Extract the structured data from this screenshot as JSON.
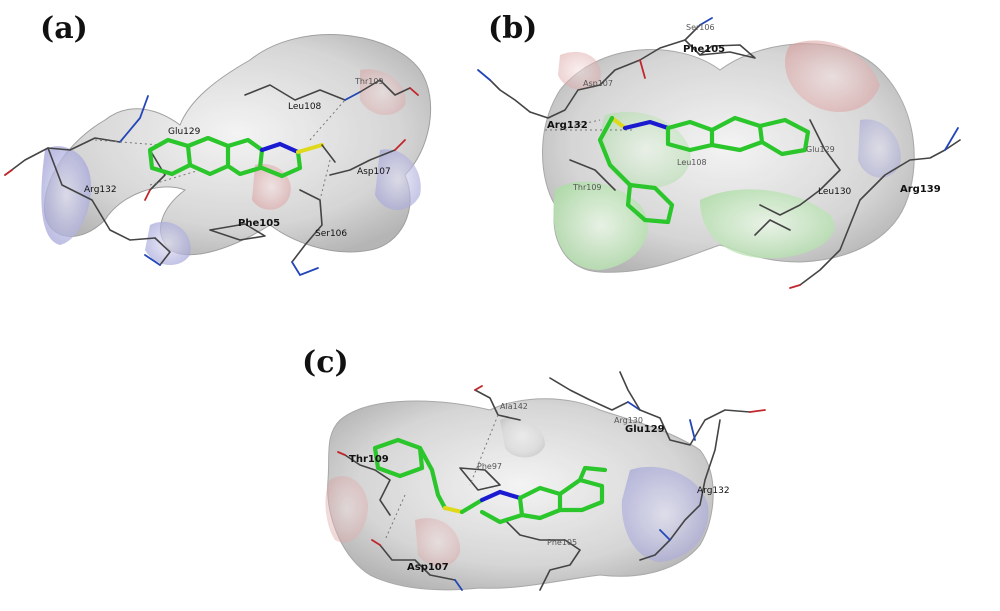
{
  "panels": [
    {
      "label": "(a)",
      "residues": [
        "Thr109",
        "Leu108",
        "Glu129",
        "Asp107",
        "Arg132",
        "Phe105",
        "Ser106"
      ]
    },
    {
      "label": "(b)",
      "residues": [
        "Ser106",
        "Phe105",
        "Asp107",
        "Arg132",
        "Leu108",
        "Thr109",
        "Glu129",
        "Leu130",
        "Arg139"
      ]
    },
    {
      "label": "(c)",
      "residues": [
        "Ala142",
        "Arg130",
        "Glu129",
        "Thr109",
        "Phe97",
        "Arg132",
        "Asp107",
        "Phe105"
      ]
    }
  ],
  "colors": {
    "ligand_carbon": "#2bc62b",
    "nitrogen": "#2346b8",
    "oxygen": "#c0262b",
    "sulfur": "#e0d81a",
    "surface": "#b8b8b8"
  }
}
